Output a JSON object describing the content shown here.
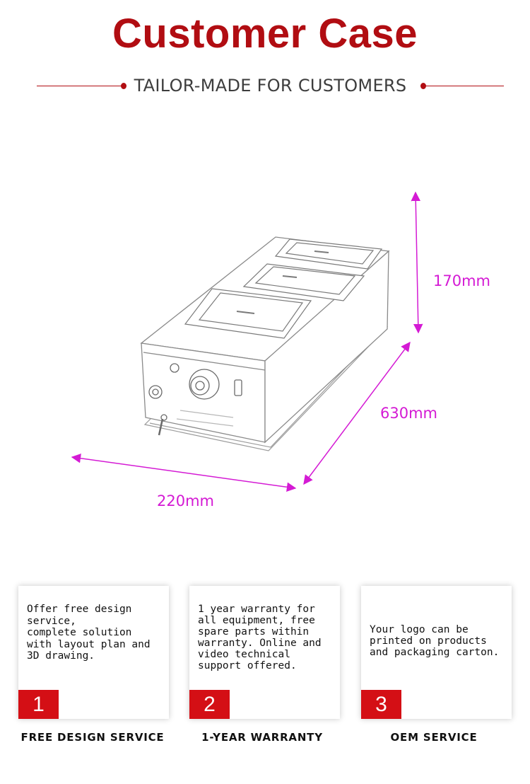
{
  "header": {
    "title": "Customer Case",
    "subtitle": "TAILOR-MADE FOR CUSTOMERS"
  },
  "diagram": {
    "height_label": "170mm",
    "length_label": "630mm",
    "width_label": "220mm",
    "accent_color": "#d41ad4"
  },
  "services": [
    {
      "number": "1",
      "text": "Offer free design service,\ncomplete solution with layout plan and 3D drawing.",
      "caption": "FREE DESIGN SERVICE"
    },
    {
      "number": "2",
      "text": "1 year warranty for all equipment, free spare parts within warranty. Online and video technical support offered.",
      "caption": "1-YEAR WARRANTY"
    },
    {
      "number": "3",
      "text": "Your logo can be printed on products and packaging carton.",
      "caption": "OEM SERVICE"
    }
  ],
  "colors": {
    "brand_red": "#b10d12",
    "badge_red": "#d40f15"
  }
}
